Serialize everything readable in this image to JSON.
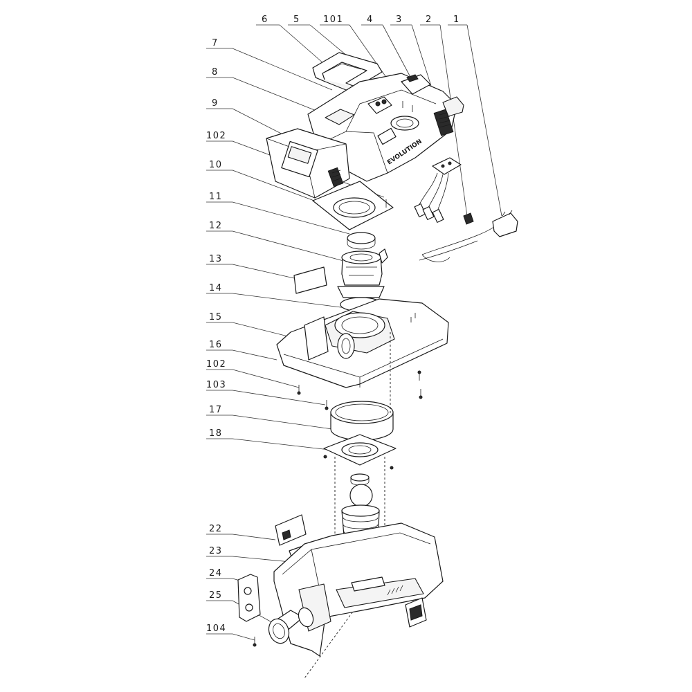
{
  "brand_text": "EVOLUTION",
  "callouts_top": [
    "6",
    "5",
    "101",
    "4",
    "3",
    "2",
    "1"
  ],
  "callouts_left": [
    "7",
    "8",
    "9",
    "102",
    "10",
    "11",
    "12",
    "13",
    "14",
    "15",
    "16",
    "102",
    "103",
    "17",
    "18",
    "22",
    "23",
    "24",
    "25",
    "104"
  ]
}
